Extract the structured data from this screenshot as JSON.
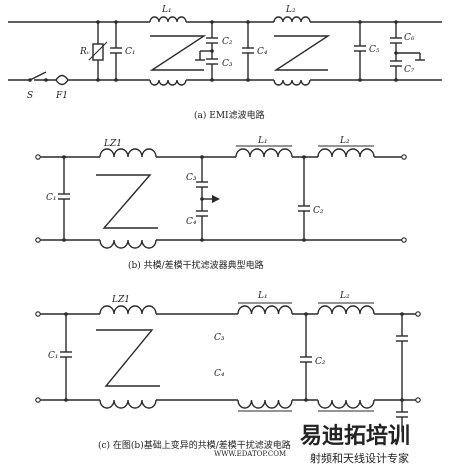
{
  "circuit_a": {
    "caption": "(a) EMI滤波电路",
    "labels": {
      "L1": "L₁",
      "L2": "L₂",
      "Rv": "Rᵥ",
      "C1": "C₁",
      "C2": "C₂",
      "C3": "C₃",
      "C4": "C₄",
      "C5": "C₅",
      "C6": "C₆",
      "C7": "C₇",
      "S": "S",
      "F1": "F1"
    }
  },
  "circuit_b": {
    "caption": "(b) 共模/差模干扰滤波器典型电路",
    "labels": {
      "LZ1": "LZ1",
      "L1": "L₁",
      "L2": "L₂",
      "C1": "C₁",
      "C2": "C₂",
      "C3": "C₃",
      "C4": "C₄"
    }
  },
  "circuit_c": {
    "caption": "(c) 在图(b)基础上变异的共模/差模干扰滤波电路",
    "labels": {
      "LZ1": "LZ1",
      "L1": "L₁",
      "L2": "L₂",
      "C1": "C₁",
      "C2": "C₂",
      "C3": "C₃",
      "C4": "C₄"
    }
  },
  "watermark": {
    "brand": "易迪拓培训",
    "tagline": "射频和天线设计专家",
    "url": "WWW.EDATOP.COM",
    "brand_color": "#d9252a"
  }
}
